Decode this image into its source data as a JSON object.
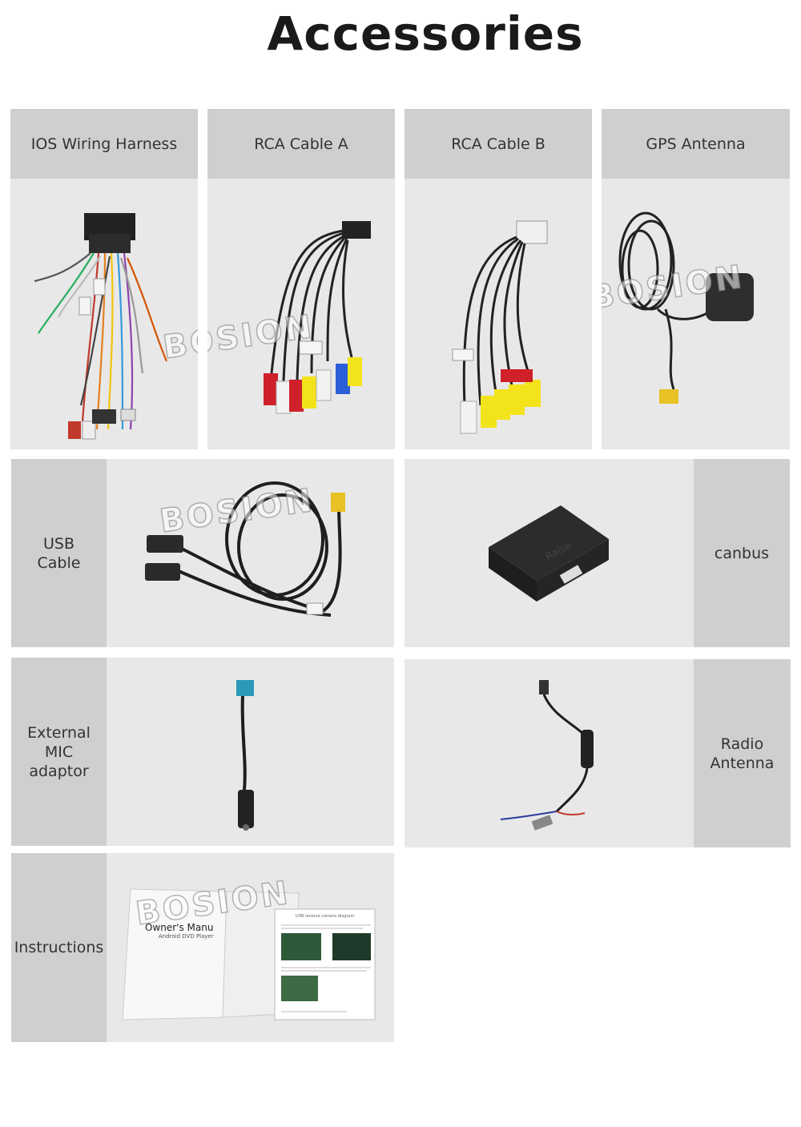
{
  "title": "Accessories",
  "watermark": "BOSION",
  "items": [
    {
      "label": "IOS Wiring Harness"
    },
    {
      "label": "RCA Cable A"
    },
    {
      "label": "RCA Cable B"
    },
    {
      "label": "GPS Antenna"
    },
    {
      "label": "USB\nCable"
    },
    {
      "label": "canbus"
    },
    {
      "label": "External\nMIC\nadaptor"
    },
    {
      "label": "Radio\nAntenna"
    },
    {
      "label": "Instructions"
    }
  ],
  "manual": {
    "cover_title": "Owner's Manu",
    "cover_subtitle": "Android DVD Player",
    "diagram_title": "USB reverse camera diagram"
  },
  "canbus_brand": "Raise"
}
